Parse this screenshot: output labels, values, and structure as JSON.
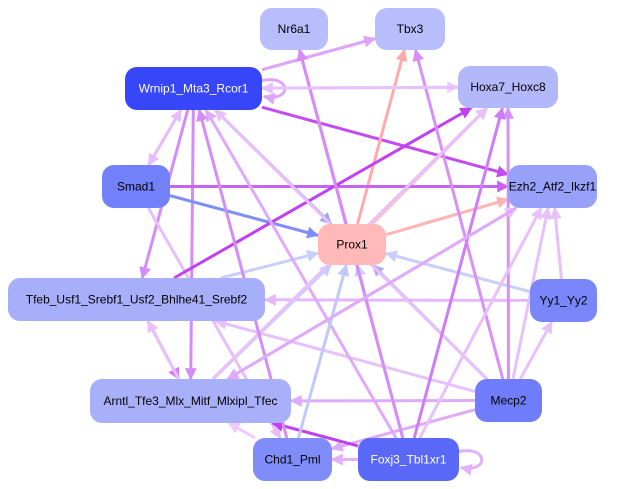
{
  "nodes": [
    {
      "id": "Nr6a1",
      "label": "Nr6a1",
      "fill": "#b8bdfb",
      "text": "#000000"
    },
    {
      "id": "Tbx3",
      "label": "Tbx3",
      "fill": "#b8bdfb",
      "text": "#000000"
    },
    {
      "id": "Wrnip1",
      "label": "Wrnip1_Mta3_Rcor1",
      "fill": "#3646f8",
      "text": "#ffffff"
    },
    {
      "id": "Hoxa7",
      "label": "Hoxa7_Hoxc8",
      "fill": "#b3b8fb",
      "text": "#000000"
    },
    {
      "id": "Smad1",
      "label": "Smad1",
      "fill": "#7280fa",
      "text": "#000000"
    },
    {
      "id": "Ezh2",
      "label": "Ezh2_Atf2_Ikzf1",
      "fill": "#97a1fa",
      "text": "#000000"
    },
    {
      "id": "Prox1",
      "label": "Prox1",
      "fill": "#ffb9b9",
      "text": "#000000"
    },
    {
      "id": "Tfeb",
      "label": "Tfeb_Usf1_Srebf1_Usf2_Bhlhe41_Srebf2",
      "fill": "#a7aefa",
      "text": "#000000"
    },
    {
      "id": "Yy1",
      "label": "Yy1_Yy2",
      "fill": "#7a87fa",
      "text": "#000000"
    },
    {
      "id": "Arntl",
      "label": "Arntl_Tfe3_Mlx_Mitf_Mlxipl_Tfec",
      "fill": "#a9b0fa",
      "text": "#000000"
    },
    {
      "id": "Mecp2",
      "label": "Mecp2",
      "fill": "#6f7dfa",
      "text": "#000000"
    },
    {
      "id": "Chd1",
      "label": "Chd1_Pml",
      "fill": "#7f8cfa",
      "text": "#000000"
    },
    {
      "id": "Foxj3",
      "label": "Foxj3_Tbl1xr1",
      "fill": "#5a68f8",
      "text": "#ffffff"
    }
  ],
  "edges": [
    {
      "from": "Wrnip1",
      "to": "Tbx3",
      "color": "#dca4fa"
    },
    {
      "from": "Wrnip1",
      "to": "Wrnip1",
      "color": "#dca4fa"
    },
    {
      "from": "Wrnip1",
      "to": "Hoxa7",
      "color": "#f0cafc"
    },
    {
      "from": "Wrnip1",
      "to": "Ezh2",
      "color": "#c24cf2"
    },
    {
      "from": "Wrnip1",
      "to": "Smad1",
      "color": "#e8bdfc"
    },
    {
      "from": "Smad1",
      "to": "Wrnip1",
      "color": "#e8bdfc"
    },
    {
      "from": "Wrnip1",
      "to": "Tfeb",
      "color": "#d58cf8"
    },
    {
      "from": "Wrnip1",
      "to": "Prox1",
      "color": "#9ea8f8"
    },
    {
      "from": "Wrnip1",
      "to": "Arntl",
      "color": "#d58cf8"
    },
    {
      "from": "Prox1",
      "to": "Nr6a1",
      "color": "#ffb0b0"
    },
    {
      "from": "Prox1",
      "to": "Tbx3",
      "color": "#ffaaaa"
    },
    {
      "from": "Prox1",
      "to": "Hoxa7",
      "color": "#ffc0c0"
    },
    {
      "from": "Prox1",
      "to": "Ezh2",
      "color": "#ffb4b4"
    },
    {
      "from": "Smad1",
      "to": "Ezh2",
      "color": "#c864f2"
    },
    {
      "from": "Smad1",
      "to": "Prox1",
      "color": "#7f8ef8"
    },
    {
      "from": "Smad1",
      "to": "Chd1",
      "color": "#e8bdfc"
    },
    {
      "from": "Tfeb",
      "to": "Hoxa7",
      "color": "#c040f2"
    },
    {
      "from": "Tfeb",
      "to": "Arntl",
      "color": "#d07cf8"
    },
    {
      "from": "Tfeb",
      "to": "Prox1",
      "color": "#c8cffc"
    },
    {
      "from": "Yy1",
      "to": "Ezh2",
      "color": "#e8c0fc"
    },
    {
      "from": "Yy1",
      "to": "Tfeb",
      "color": "#e4b8fc"
    },
    {
      "from": "Yy1",
      "to": "Prox1",
      "color": "#c8cffc"
    },
    {
      "from": "Mecp2",
      "to": "Prox1",
      "color": "#a6aff8"
    },
    {
      "from": "Mecp2",
      "to": "Yy1",
      "color": "#e8c0fc"
    },
    {
      "from": "Mecp2",
      "to": "Arntl",
      "color": "#e0aafa"
    },
    {
      "from": "Mecp2",
      "to": "Tfeb",
      "color": "#e8c0fc"
    },
    {
      "from": "Mecp2",
      "to": "Hoxa7",
      "color": "#d890f8"
    },
    {
      "from": "Mecp2",
      "to": "Ezh2",
      "color": "#e8c0fc"
    },
    {
      "from": "Mecp2",
      "to": "Tbx3",
      "color": "#d890f8"
    },
    {
      "from": "Mecp2",
      "to": "Wrnip1",
      "color": "#e8c0fc"
    },
    {
      "from": "Mecp2",
      "to": "Chd1",
      "color": "#e0aafa"
    },
    {
      "from": "Foxj3",
      "to": "Arntl",
      "color": "#c040f2"
    },
    {
      "from": "Foxj3",
      "to": "Chd1",
      "color": "#e4b0fa"
    },
    {
      "from": "Foxj3",
      "to": "Foxj3",
      "color": "#e4b0fa"
    },
    {
      "from": "Foxj3",
      "to": "Prox1",
      "color": "#c8cffc"
    },
    {
      "from": "Foxj3",
      "to": "Wrnip1",
      "color": "#e0aafa"
    },
    {
      "from": "Foxj3",
      "to": "Hoxa7",
      "color": "#d07cf8"
    },
    {
      "from": "Foxj3",
      "to": "Ezh2",
      "color": "#e8c0fc"
    },
    {
      "from": "Foxj3",
      "to": "Nr6a1",
      "color": "#d58cf8"
    },
    {
      "from": "Arntl",
      "to": "Prox1",
      "color": "#c8cffc"
    },
    {
      "from": "Arntl",
      "to": "Ezh2",
      "color": "#e8c0fc"
    },
    {
      "from": "Arntl",
      "to": "Hoxa7",
      "color": "#e8c0fc"
    },
    {
      "from": "Arntl",
      "to": "Tfeb",
      "color": "#e8c0fc"
    },
    {
      "from": "Chd1",
      "to": "Prox1",
      "color": "#c0c8fc"
    },
    {
      "from": "Chd1",
      "to": "Wrnip1",
      "color": "#d58cf8"
    },
    {
      "from": "Chd1",
      "to": "Arntl",
      "color": "#f0cafc"
    },
    {
      "from": "Hoxa7",
      "to": "Wrnip1",
      "color": "#e8c0fc"
    },
    {
      "from": "Ezh2",
      "to": "Arntl",
      "color": "#e0aafa"
    }
  ]
}
